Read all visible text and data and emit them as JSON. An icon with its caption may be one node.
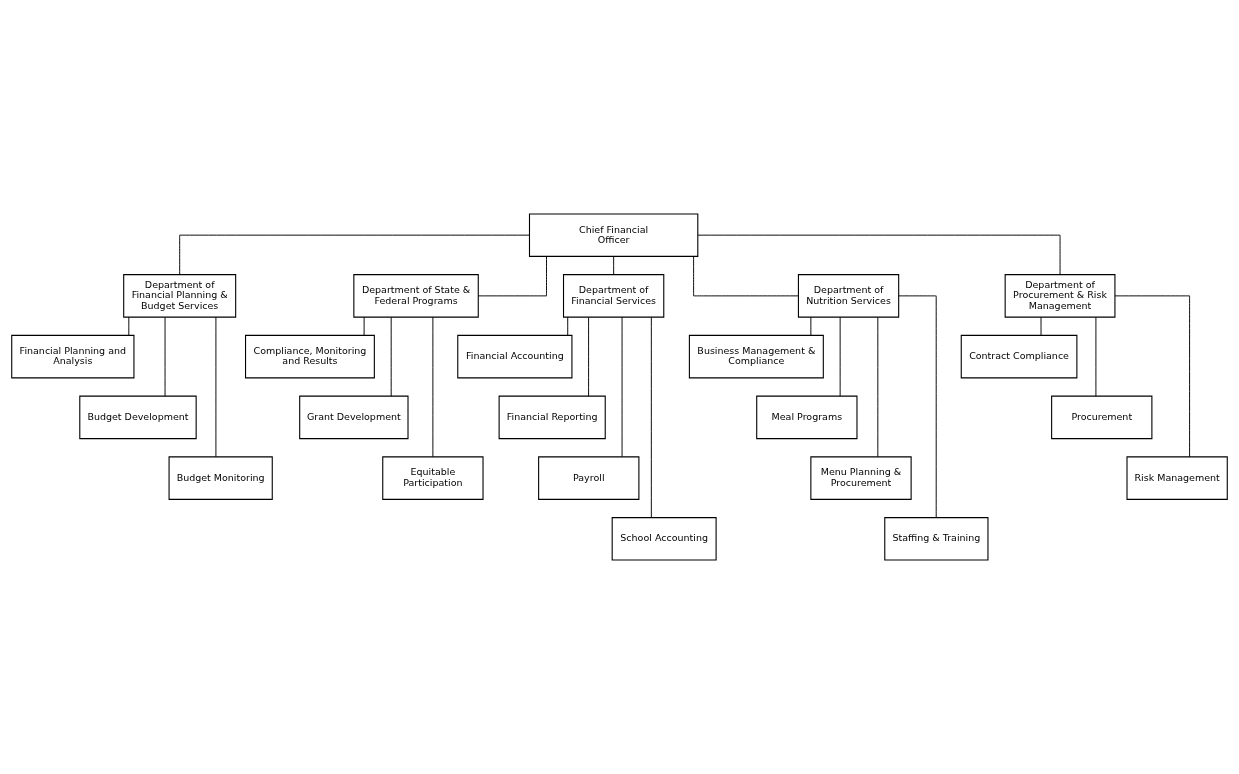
{
  "diagram": {
    "nodes": [
      {
        "text": [
          "Chief Financial Officer"
        ]
      },
      {
        "text": [
          "Department of Financial Planning & Budget Services"
        ]
      },
      {
        "text": [
          "Department of State & Federal Programs"
        ]
      },
      {
        "text": [
          "Department of Financial Services"
        ]
      },
      {
        "text": [
          "Department of Nutrition Services"
        ]
      },
      {
        "text": [
          "Department of Procurement & Risk Management"
        ]
      },
      {
        "text": [
          "Financial Planning and Analysis"
        ]
      },
      {
        "text": [
          "Budget Development"
        ]
      },
      {
        "text": [
          "Budget Monitoring"
        ]
      },
      {
        "text": [
          "Compliance, Monitoring and Results"
        ]
      },
      {
        "text": [
          "Grant Development"
        ]
      },
      {
        "text": [
          "Equitable Participation"
        ]
      },
      {
        "text": [
          "Financial Accounting"
        ]
      },
      {
        "text": [
          "Financial Reporting"
        ]
      },
      {
        "text": [
          "Payroll"
        ]
      },
      {
        "text": [
          "School Accounting"
        ]
      },
      {
        "text": [
          "Business Management & Compliance"
        ]
      },
      {
        "text": [
          "Meal Programs"
        ]
      },
      {
        "text": [
          "Menu Planning & Procurement"
        ]
      },
      {
        "text": [
          "Staffing & Training"
        ]
      },
      {
        "text": [
          "Contract Compliance"
        ]
      },
      {
        "text": [
          "Procurement"
        ]
      },
      {
        "text": [
          "Risk Management"
        ]
      }
    ],
    "edges": [
      {
        "from": 0,
        "to": 1,
        "arrow": "none"
      },
      {
        "from": 0,
        "to": 2,
        "arrow": "none"
      },
      {
        "from": 0,
        "to": 3,
        "arrow": "none"
      },
      {
        "from": 0,
        "to": 4,
        "arrow": "none"
      },
      {
        "from": 0,
        "to": 5,
        "arrow": "none"
      },
      {
        "from": 1,
        "to": 6,
        "arrow": "none"
      },
      {
        "from": 1,
        "to": 7,
        "arrow": "none"
      },
      {
        "from": 1,
        "to": 8,
        "arrow": "none"
      },
      {
        "from": 2,
        "to": 9,
        "arrow": "none"
      },
      {
        "from": 2,
        "to": 10,
        "arrow": "none"
      },
      {
        "from": 2,
        "to": 11,
        "arrow": "none"
      },
      {
        "from": 3,
        "to": 12,
        "arrow": "none"
      },
      {
        "from": 3,
        "to": 13,
        "arrow": "none"
      },
      {
        "from": 3,
        "to": 14,
        "arrow": "none"
      },
      {
        "from": 3,
        "to": 15,
        "arrow": "none"
      },
      {
        "from": 4,
        "to": 16,
        "arrow": "none"
      },
      {
        "from": 4,
        "to": 17,
        "arrow": "none"
      },
      {
        "from": 4,
        "to": 18,
        "arrow": "none"
      },
      {
        "from": 4,
        "to": 19,
        "arrow": "none"
      },
      {
        "from": 5,
        "to": 20,
        "arrow": "none"
      },
      {
        "from": 5,
        "to": 21,
        "arrow": "none"
      },
      {
        "from": 5,
        "to": 22,
        "arrow": "none"
      }
    ]
  }
}
